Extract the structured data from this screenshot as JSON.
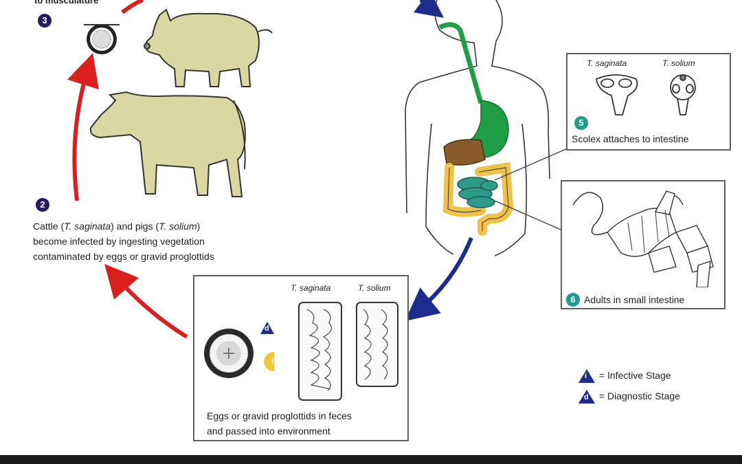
{
  "top_label_partial": "to musculature",
  "step3": {
    "number": "3"
  },
  "step2": {
    "number": "2",
    "text_line1_pre": "Cattle (",
    "text_line1_sp1": "T. saginata",
    "text_line1_mid": ") and pigs (",
    "text_line1_sp2": "T. solium",
    "text_line1_post": ")",
    "text_line2": "become infected by ingesting vegetation",
    "text_line3": "contaminated by eggs or gravid proglottids"
  },
  "scolex_box": {
    "species_a": "T. saginata",
    "species_b": "T. solium",
    "number": "5",
    "caption": "Scolex attaches to intestine"
  },
  "adults_box": {
    "number": "6",
    "caption": "Adults in small intestine"
  },
  "eggs_box": {
    "species_a": "T. saginata",
    "species_b": "T. solium",
    "marker_d": "d",
    "marker_i": "i",
    "caption_line1": "Eggs or gravid proglottids in feces",
    "caption_line2": "and passed into environment"
  },
  "legend": {
    "infective_symbol": "i",
    "infective_label": "= Infective Stage",
    "diagnostic_symbol": "d",
    "diagnostic_label": "= Diagnostic Stage"
  },
  "colors": {
    "infection_arrow": "#d9201e",
    "human_arrow": "#1c2d8f",
    "animal_fill": "#d9d8a3",
    "purple_badge": "#2a1a63",
    "teal_badge": "#1f9a8e",
    "yellow_badge": "#f1c83a",
    "stomach": "#1f9e45",
    "liver": "#8a5a2b",
    "large_intestine": "#f0c24a",
    "small_intestine": "#2f9a8a"
  }
}
